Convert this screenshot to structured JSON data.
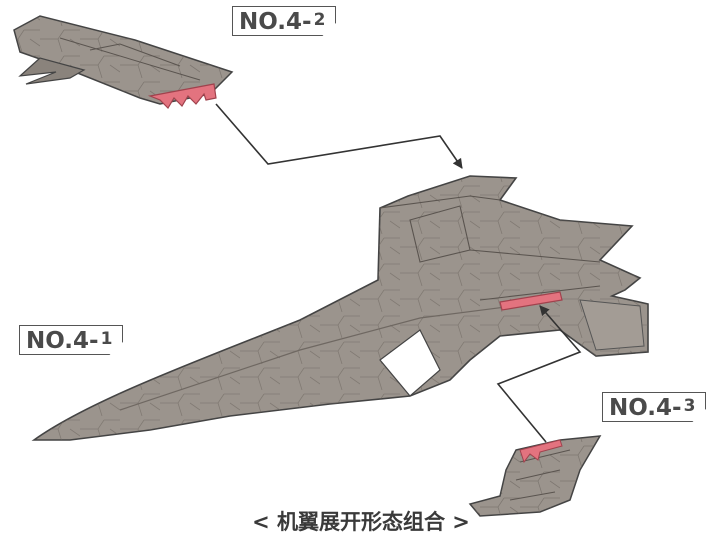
{
  "labels": {
    "part_2": {
      "main": "NO.4-",
      "index": "2"
    },
    "part_1": {
      "main": "NO.4-",
      "index": "1"
    },
    "part_3": {
      "main": "NO.4-",
      "index": "3"
    }
  },
  "caption": "< 机翼展开形态组合 >",
  "colors": {
    "hull": "#9b948d",
    "hull_dark": "#6f6862",
    "panel_line": "#5a544f",
    "joint": "#e3737f",
    "arrow": "#333333"
  }
}
